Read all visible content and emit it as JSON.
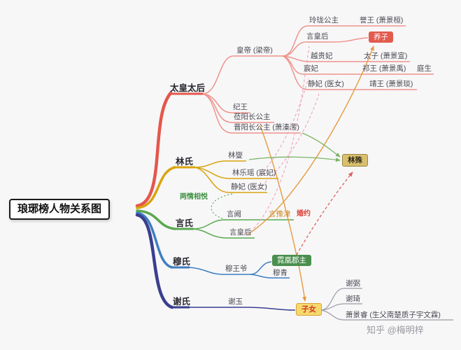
{
  "title": "琅琊榜人物关系图",
  "watermark": "知乎 @梅明梓",
  "annotations": {
    "mutual_love": "两情相悦",
    "engagement": "婚约"
  },
  "branches": {
    "imperial": {
      "label": "太皇太后",
      "children": {
        "emperor": "皇帝 (梁帝)",
        "ji_wang": "纪王",
        "liyang_princess": "莅阳长公主",
        "jinyang_princess": "晋阳长公主 (萧溱潆)"
      },
      "consorts": {
        "linglong_princess": "玲珑公主",
        "empress_yan": "言皇后",
        "consort_yue": "越贵妃",
        "consort_chen": "宸妃",
        "consort_jing": "静妃 (医女)"
      },
      "princes": {
        "yu_wang": "誉王 (萧景桓)",
        "adopted_son": "养子",
        "crown_prince": "太子 (萧景宣)",
        "qi_wang": "祁王 (萧景禹)",
        "ting_sheng": "庭生",
        "jing_wang": "靖王 (萧景琰)"
      }
    },
    "lin": {
      "label": "林氏",
      "children": {
        "lin_xie": "林燮",
        "lin_leyao": "林乐瑶 (宸妃)",
        "consort_jing": "静妃 (医女)",
        "lin_shu": "林殊"
      }
    },
    "yan": {
      "label": "言氏",
      "children": {
        "yan_que": "言阙",
        "yan_yujin": "言豫津",
        "empress_yan": "言皇后"
      }
    },
    "mu": {
      "label": "穆氏",
      "children": {
        "mu_wangye": "穆王爷",
        "nihuang": "霓凰郡主",
        "mu_qing": "穆青"
      }
    },
    "xie": {
      "label": "谢氏",
      "children": {
        "xie_yu": "谢玉",
        "offspring": "子女",
        "xie_bi": "谢弼",
        "xie_qi": "谢琦",
        "xiao_jingrui": "萧景睿 (生父南楚质子宇文霖)"
      }
    }
  },
  "colors": {
    "imperial_branch": "#e4574c",
    "imperial_thin": "#f0948b",
    "lin_branch": "#d9a40e",
    "yan_branch": "#5aa84f",
    "mu_branch": "#3f7ec0",
    "xie_branch": "#3a3f8f",
    "relation_orange": "#e59a3c",
    "engagement_red": "#e06060",
    "same_person_pink": "#f2a9bc",
    "parent_green": "#7cb564"
  }
}
